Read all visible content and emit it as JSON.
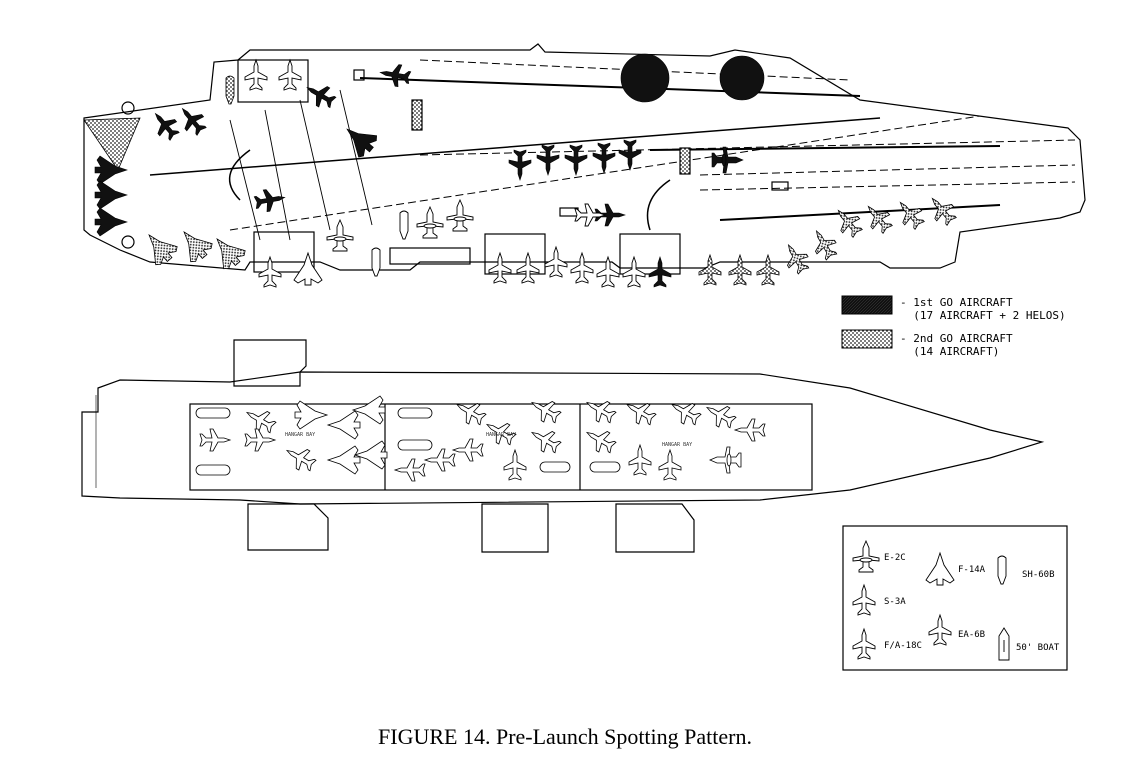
{
  "legend": {
    "first_go": {
      "line1": "- 1st GO AIRCRAFT",
      "line2": "(17 AIRCRAFT + 2 HELOS)"
    },
    "second_go": {
      "line1": "- 2nd GO AIRCRAFT",
      "line2": "(14 AIRCRAFT)"
    }
  },
  "key": {
    "e2c": "E-2C",
    "f14a": "F-14A",
    "sh60b": "SH-60B",
    "s3a": "S-3A",
    "fa18c": "F/A-18C",
    "ea6b": "EA-6B",
    "boat": "50' BOAT"
  },
  "hangar": {
    "bay1": "HANGAR BAY",
    "bay2": "HANGAR BAY",
    "bay3": "HANGAR BAY"
  },
  "caption": "FIGURE 14. Pre-Launch Spotting Pattern.",
  "colors": {
    "first_go": "#111111",
    "second_go_pattern": "dotted-gray",
    "line": "#000000"
  }
}
